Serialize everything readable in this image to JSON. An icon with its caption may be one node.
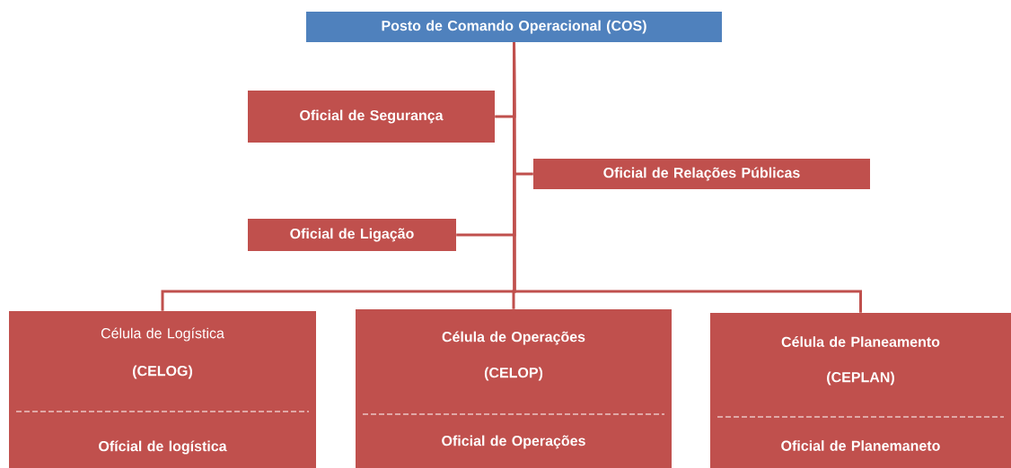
{
  "diagram": {
    "nodes": [
      {
        "text": [
          "Posto de Comando Operacional (COS)"
        ]
      },
      {
        "text": [
          "Oficial de Segurança"
        ]
      },
      {
        "text": [
          "Oficial de Relações Públicas"
        ]
      },
      {
        "text": [
          "Oficial de Ligação"
        ]
      },
      {
        "text": [
          "Célula de Logística",
          "(CELOG)",
          "Ofícial de logística"
        ]
      },
      {
        "text": [
          "Célula de Operações",
          "(CELOP)",
          "Oficial de Operações"
        ]
      },
      {
        "text": [
          "Célula de Planeamento",
          "(CEPLAN)",
          "Oficial de Planemaneto"
        ]
      }
    ],
    "edges": [
      {
        "from": 0,
        "to": 1,
        "arrow": "none"
      },
      {
        "from": 0,
        "to": 2,
        "arrow": "none"
      },
      {
        "from": 0,
        "to": 3,
        "arrow": "none"
      },
      {
        "from": 0,
        "to": 4,
        "arrow": "none"
      },
      {
        "from": 0,
        "to": 5,
        "arrow": "none"
      },
      {
        "from": 0,
        "to": 6,
        "arrow": "none"
      }
    ]
  }
}
